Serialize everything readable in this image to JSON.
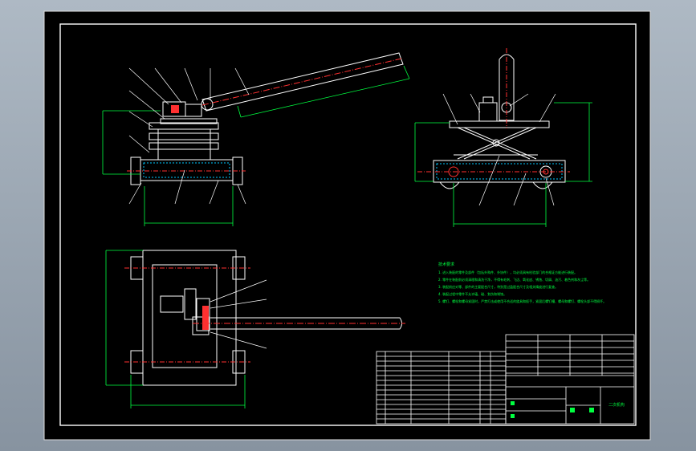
{
  "colors": {
    "sheet": "#000000",
    "line": "#ffffff",
    "center": "#ff3030",
    "hatch": "#00c8ff",
    "dim": "#00ff40",
    "leader": "#ffffff",
    "note": "#00ff40",
    "chrome": "#9aa6b2"
  },
  "notes": {
    "title": "技术要求",
    "items": [
      "1. 进入装配的零件及部件（包括外购件、外协件），均必须具有检验部门的合格证方能进行装配。",
      "2. 零件在装配前必须清理和清洗干净，不得有毛刺、飞边、氧化皮、锈蚀、切屑、油污、着色剂和灰尘等。",
      "3. 装配前应对零、部件的主要配合尺寸，特别是过盈配合尺寸及相关精度进行复查。",
      "4. 装配过程中零件不允许磕、碰、划伤和锈蚀。",
      "5. 螺钉、螺栓和螺母紧固时，严禁打击或使用不合适的旋具和扳手，紧固后螺钉槽、螺母和螺钉、螺栓头部不得损坏。"
    ]
  },
  "title_block": {
    "drawing_name": "二次机构"
  }
}
